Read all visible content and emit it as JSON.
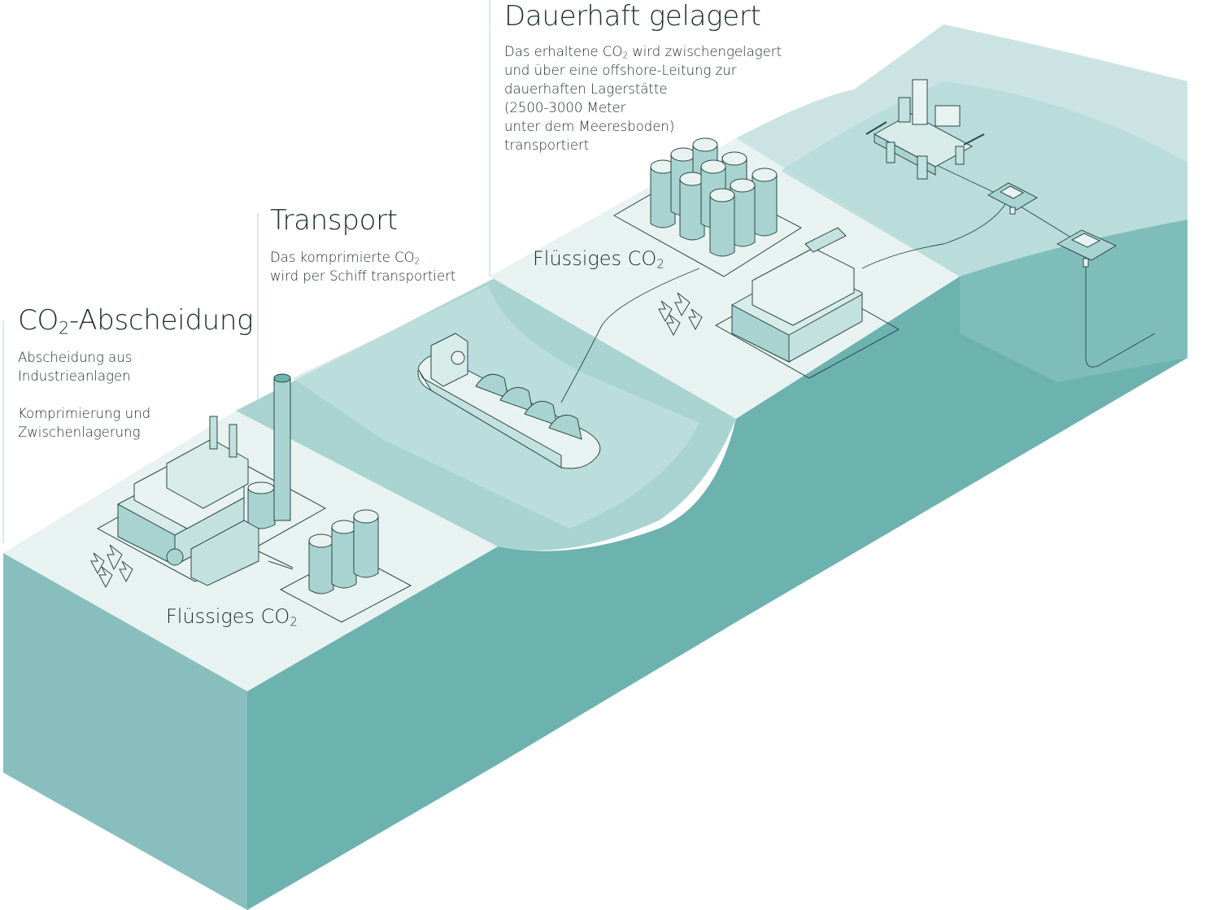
{
  "sections": {
    "capture": {
      "title_prefix": "CO",
      "title_sub": "2",
      "title_suffix": "-Abscheidung",
      "line1": "Abscheidung aus",
      "line2": "Industrieanlagen",
      "line3": "Komprimierung und",
      "line4": "Zwischenlagerung"
    },
    "transport": {
      "title": "Transport",
      "line1_prefix": "Das komprimierte CO",
      "line1_sub": "2",
      "line2": "wird per Schiff transportiert"
    },
    "storage": {
      "title": "Dauerhaft gelagert",
      "line1_prefix": "Das erhaltene CO",
      "line1_sub": "2",
      "line1_suffix": " wird zwischengelagert",
      "line2": "und über eine offshore-Leitung zur",
      "line3": "dauerhaften Lagerstätte",
      "line4": "(2500-3000 Meter",
      "line5": "unter dem Meeresboden)",
      "line6": "transportiert"
    }
  },
  "tank_labels": {
    "capture_prefix": "Flüssiges CO",
    "capture_sub": "2",
    "storage_prefix": "Flüssiges CO",
    "storage_sub": "2"
  },
  "colors": {
    "land_top": "#e8f3f1",
    "block_front": "#88bebd",
    "block_side": "#6cb2af",
    "water_light": "#cbe4e3",
    "water_mid": "#a8d3d1",
    "line": "#2d4946",
    "accent": "#6cb2af"
  }
}
